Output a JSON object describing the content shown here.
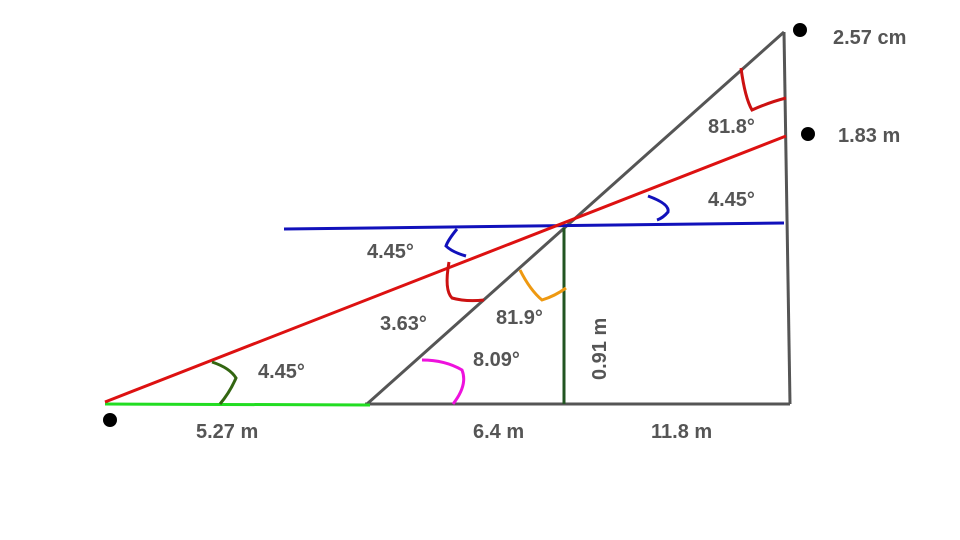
{
  "colors": {
    "structure": "#555555",
    "red_line": "#dd1111",
    "blue_line": "#1111bb",
    "green_base": "#22dd22",
    "dark_green": "#225522",
    "arc_dark_green": "#336611",
    "arc_blue": "#1111bb",
    "arc_red": "#cc1111",
    "arc_orange": "#ee9911",
    "arc_magenta": "#ee11dd",
    "point": "#000000"
  },
  "labels": {
    "top_length": "2.57 cm",
    "mid_right_length": "1.83 m",
    "angle_top": "81.8°",
    "angle_right_blue": "4.45°",
    "angle_left_blue": "4.45°",
    "angle_red_diag": "3.63°",
    "angle_orange": "81.9°",
    "vertical_height": "0.91 m",
    "angle_magenta": "8.09°",
    "angle_bottom_left": "4.45°",
    "base_left": "5.27 m",
    "base_middle": "6.4 m",
    "base_right": "11.8 m"
  }
}
